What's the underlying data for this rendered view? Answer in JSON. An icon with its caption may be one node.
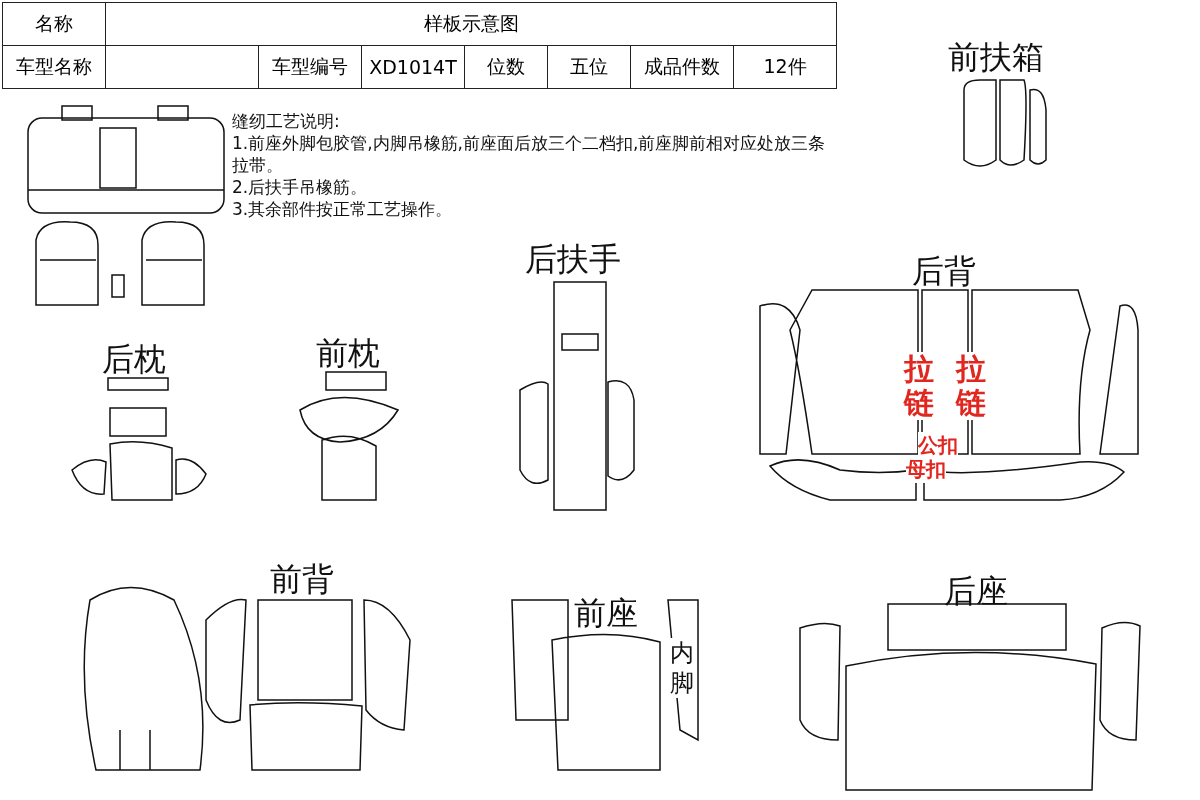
{
  "diagram": {
    "labels": [
      "名称",
      "样板示意图",
      "车型名称",
      "车型编号",
      "XD1014T",
      "位数",
      "五位",
      "成品件数",
      "12件",
      "前扶箱",
      "缝纫工艺说明:",
      "1.前座外脚包胶管,内脚吊橡筋,前座面后放三个二档扣,前座脚前相对应处放三条拉带。",
      "2.后扶手吊橡筋。",
      "3.其余部件按正常工艺操作。",
      "后扶手",
      "后背",
      "后枕",
      "前枕",
      "拉链",
      "拉链",
      "公扣",
      "母扣",
      "前背",
      "前座",
      "内脚",
      "后座"
    ]
  }
}
